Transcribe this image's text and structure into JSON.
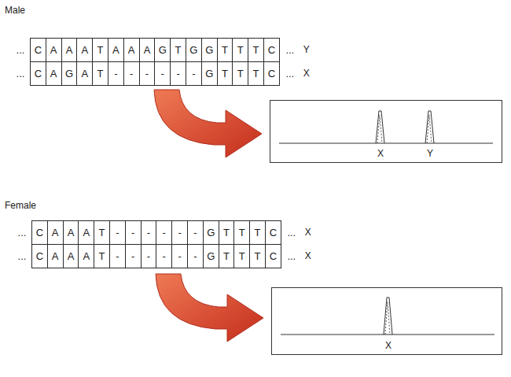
{
  "diagram": {
    "nodes": [
      {
        "text": [
          "X",
          "Y"
        ]
      },
      {
        "text": [
          "X"
        ]
      }
    ],
    "labels": [
      "Male",
      "...",
      "C",
      "A",
      "A",
      "A",
      "T",
      "A",
      "A",
      "A",
      "G",
      "T",
      "G",
      "G",
      "T",
      "T",
      "T",
      "C",
      "...",
      "Y",
      "...",
      "C",
      "A",
      "G",
      "A",
      "T",
      "-",
      "-",
      "-",
      "-",
      "-",
      "-",
      "G",
      "T",
      "T",
      "T",
      "C",
      "...",
      "X",
      "Female",
      "...",
      "C",
      "A",
      "A",
      "A",
      "T",
      "-",
      "-",
      "-",
      "-",
      "-",
      "-",
      "G",
      "T",
      "T",
      "T",
      "C",
      "...",
      "X",
      "...",
      "C",
      "A",
      "A",
      "A",
      "T",
      "-",
      "-",
      "-",
      "-",
      "-",
      "-",
      "G",
      "T",
      "T",
      "T",
      "C",
      "...",
      "X"
    ]
  }
}
